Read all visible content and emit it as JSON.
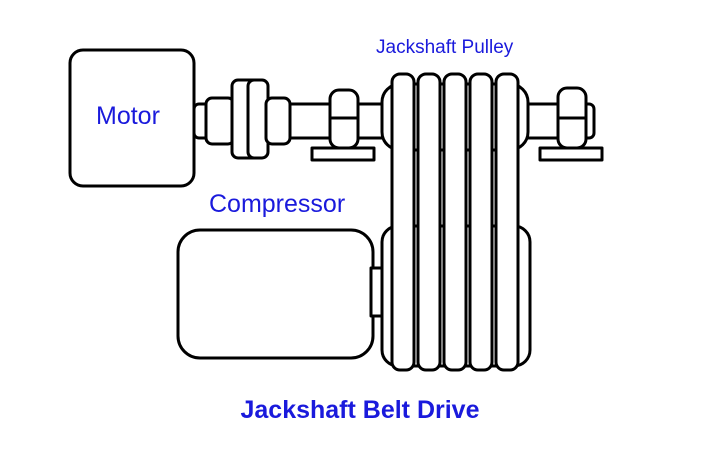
{
  "colors": {
    "label": "#1a1adc",
    "stroke": "#000000",
    "fill": "#ffffff"
  },
  "labels": {
    "motor": "Motor",
    "jackshaft_pulley": "Jackshaft Pulley",
    "compressor": "Compressor"
  },
  "caption": "Jackshaft Belt Drive",
  "belt_count": 5
}
